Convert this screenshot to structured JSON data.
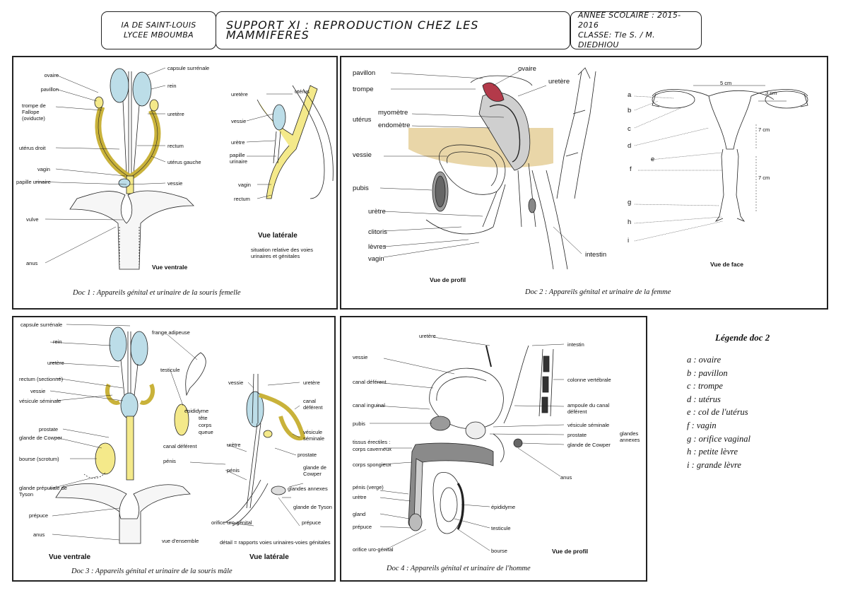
{
  "header": {
    "left_line1": "IA DE SAINT-LOUIS",
    "left_line2": "LYCEE MBOUMBA",
    "title": "SUPPORT XI : REPRODUCTION CHEZ LES MAMMIFERES",
    "right_line1": "ANNEE SCOLAIRE : 2015-2016",
    "right_line2": "CLASSE: Tle S. / M. DIEDHIOU"
  },
  "doc1": {
    "caption": "Doc 1 : Appareils génital et urinaire de la souris femelle",
    "view_ventral": "Vue ventrale",
    "view_lateral": "Vue latérale",
    "lateral_note": "situation relative des voies urinaires et génitales",
    "labels": {
      "ovaire": "ovaire",
      "pavillon": "pavillon",
      "trompe": "trompe de Fallope (oviducte)",
      "capsule": "capsule surrénale",
      "rein": "rein",
      "uretere": "uretère",
      "uterus_droit": "utérus droit",
      "rectum": "rectum",
      "uterus_gauche": "utérus gauche",
      "vagin": "vagin",
      "papille": "papille urinaire",
      "vessie": "vessie",
      "vulve": "vulve",
      "anus": "anus",
      "lat_uterus": "utérus",
      "lat_uretere": "uretère",
      "lat_vessie": "vessie",
      "lat_uretre": "urètre",
      "lat_papille": "papille urinaire",
      "lat_vagin": "vagin",
      "lat_rectum": "rectum"
    }
  },
  "doc2": {
    "caption": "Doc 2 : Appareils génital et urinaire de la femme",
    "view_profile": "Vue de profil",
    "view_front": "Vue de face",
    "labels": {
      "pavillon": "pavillon",
      "ovaire": "ovaire",
      "trompe": "trompe",
      "uretere": "uretère",
      "uterus": "utérus",
      "myometre": "myomètre",
      "endometre": "endomètre",
      "vessie": "vessie",
      "pubis": "pubis",
      "uretre": "urètre",
      "clitoris": "clitoris",
      "levres": "lèvres",
      "vagin": "vagin",
      "intestin": "intestin"
    },
    "front_letters": [
      "a",
      "b",
      "c",
      "d",
      "e",
      "f",
      "g",
      "h",
      "i"
    ],
    "dims": {
      "width": "5 cm",
      "small": "3 cm",
      "uterus": "7 cm",
      "vagin": "7 cm"
    }
  },
  "doc3": {
    "caption": "Doc 3 : Appareils génital et urinaire de la souris mâle",
    "view_ventral": "Vue ventrale",
    "view_lateral": "Vue latérale",
    "vue_ensemble": "vue d'ensemble",
    "detail": "détail = rapports voies urinaires-voies génitales",
    "labels": {
      "capsule": "capsule surrénale",
      "rein": "rein",
      "uretere": "uretère",
      "rectum": "rectum (sectionné)",
      "vessie": "vessie",
      "vesicule": "vésicule séminale",
      "prostate": "prostate",
      "cowper": "glande de Cowper",
      "bourse": "bourse (scrotum)",
      "preputiale": "glande préputiale de Tyson",
      "prepuce": "prépuce",
      "anus": "anus",
      "frange": "frange adipeuse",
      "testicule": "testicule",
      "epididyme": "épididyme",
      "tete": "tête",
      "corps": "corps",
      "queue": "queue",
      "canal": "canal déférent",
      "penis": "pénis",
      "lat_vessie": "vessie",
      "lat_uretere": "uretère",
      "lat_canal": "canal déférent",
      "lat_vesicule": "vésicule séminale",
      "lat_prostate": "prostate",
      "lat_uretre": "urètre",
      "lat_cowper": "glande de Cowper",
      "lat_penis": "pénis",
      "lat_annexes": "glandes annexes",
      "lat_tyson": "glande de Tyson",
      "lat_orifice": "orifice uro-génital",
      "lat_prepuce": "prépuce"
    }
  },
  "doc4": {
    "caption": "Doc 4 : Appareils génital et urinaire de l'homme",
    "view_profile": "Vue de profil",
    "labels": {
      "uretere": "uretère",
      "intestin": "intestin",
      "vessie": "vessie",
      "colonne": "colonne vertébrale",
      "canal_def": "canal déférent",
      "canal_ing": "canal inguinal",
      "ampoule": "ampoule du canal déférent",
      "pubis": "pubis",
      "vesicule": "vésicule séminale",
      "prostate": "prostate",
      "cowper": "glande de Cowper",
      "annexes": "glandes annexes",
      "tissus": "tissus érectiles :",
      "caverneux": "corps caverneux",
      "spongieux": "corps spongieux",
      "anus": "anus",
      "penis": "pénis (verge)",
      "uretre": "urètre",
      "gland": "gland",
      "prepuce": "prépuce",
      "epididyme": "épididyme",
      "testicule": "testicule",
      "orifice": "orifice uro-génital",
      "bourse": "bourse"
    }
  },
  "legend": {
    "title": "Légende doc 2",
    "items": [
      "a : ovaire",
      "b : pavillon",
      "c : trompe",
      "d : utérus",
      "e : col de l'utérus",
      "f : vagin",
      "g : orifice vaginal",
      "h : petite lèvre",
      "i : grande lèvre"
    ]
  },
  "colors": {
    "kidney": "#bcdde8",
    "yellow": "#f4e98a",
    "ovary": "#b33a4a",
    "tan": "#e9d6a8",
    "gray": "#8a8a8a"
  }
}
